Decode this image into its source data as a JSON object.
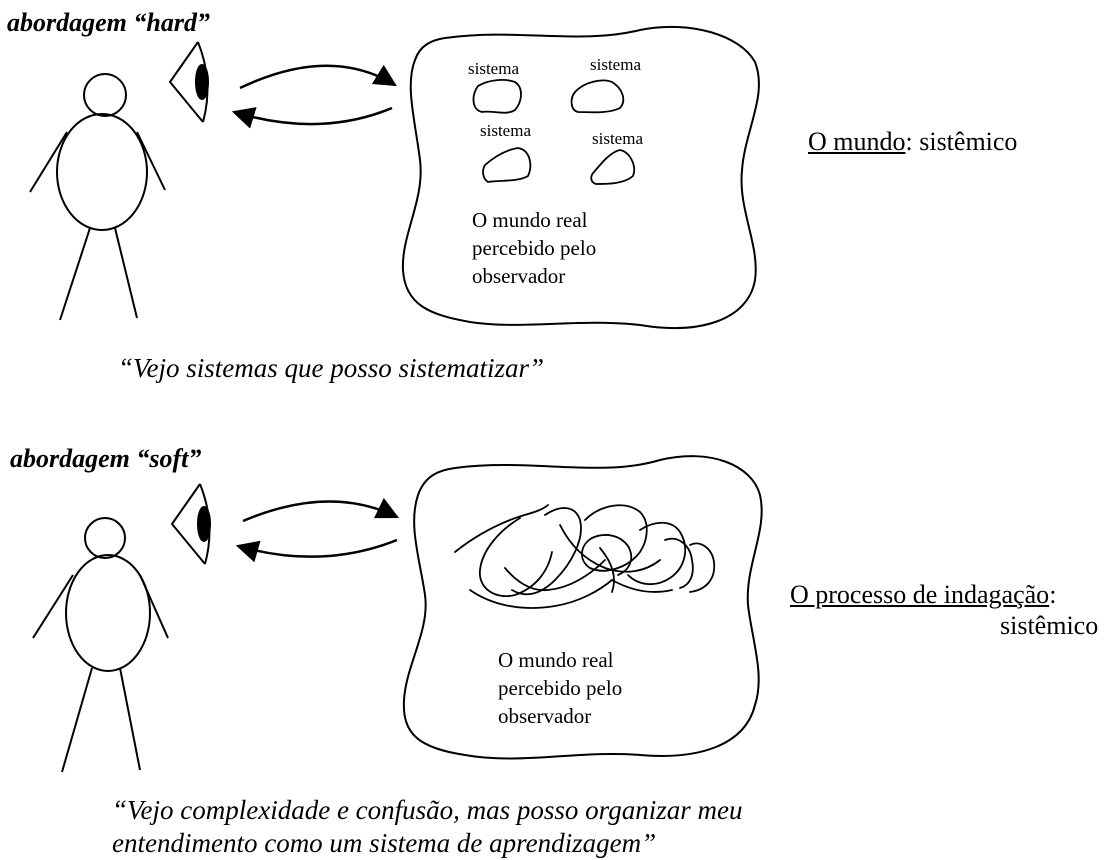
{
  "hard": {
    "title": "abordagem “hard”",
    "systems": [
      "sistema",
      "sistema",
      "sistema",
      "sistema"
    ],
    "world_caption": "O mundo real percebido pelo observador",
    "label_underlined": "O mundo",
    "label_rest": ": sistêmico",
    "quote": "“Vejo sistemas que posso sistematizar”"
  },
  "soft": {
    "title": "abordagem “soft”",
    "world_caption": "O mundo real percebido pelo observador",
    "label_underlined": "O processo de indagação",
    "label_colon": ":",
    "label_line2": "sistêmico",
    "quote_line1": "“Vejo complexidade e confusão, mas posso organizar meu",
    "quote_line2": "entendimento como um sistema de aprendizagem”"
  }
}
